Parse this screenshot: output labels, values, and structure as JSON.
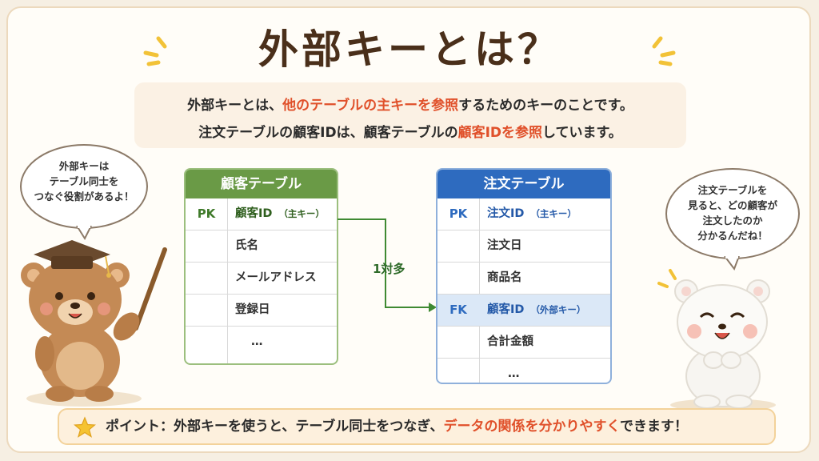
{
  "title": "外部キーとは？",
  "description": {
    "line1_a": "外部キーとは、",
    "line1_b": "他のテーブルの主キーを参照",
    "line1_c": "するためのキーのことです。",
    "line2_a": "注文テーブルの顧客IDは、顧客テーブルの",
    "line2_b": "顧客IDを参照",
    "line2_c": "しています。"
  },
  "left_bubble": {
    "line1": "外部キーは",
    "line2": "テーブル同士を",
    "line3": "つなぐ役割があるよ！"
  },
  "right_bubble": {
    "line1": "注文テーブルを",
    "line2": "見ると、どの顧客が",
    "line3": "注文したのか",
    "line4": "分かるんだね！"
  },
  "customer_table": {
    "header": "顧客テーブル",
    "rows": [
      {
        "key": "PK",
        "name": "顧客ID",
        "note": "（主キー）"
      },
      {
        "key": "",
        "name": "氏名",
        "note": ""
      },
      {
        "key": "",
        "name": "メールアドレス",
        "note": ""
      },
      {
        "key": "",
        "name": "登録日",
        "note": ""
      },
      {
        "key": "",
        "name": "…",
        "note": ""
      }
    ]
  },
  "order_table": {
    "header": "注文テーブル",
    "rows": [
      {
        "key": "PK",
        "name": "注文ID",
        "note": "（主キー）"
      },
      {
        "key": "",
        "name": "注文日",
        "note": ""
      },
      {
        "key": "",
        "name": "商品名",
        "note": ""
      },
      {
        "key": "FK",
        "name": "顧客ID",
        "note": "（外部キー）"
      },
      {
        "key": "",
        "name": "合計金額",
        "note": ""
      },
      {
        "key": "",
        "name": "…",
        "note": ""
      }
    ]
  },
  "relation_label": "1対多",
  "point": {
    "a": "ポイント：外部キーを使うと、テーブル同士をつなぎ、",
    "b": "データの関係を分かりやすく",
    "c": "できます！"
  },
  "colors": {
    "green": "#6a9a46",
    "blue": "#2e6bbf",
    "accent_red": "#e0502a",
    "fk_highlight": "#dbe8f7"
  }
}
